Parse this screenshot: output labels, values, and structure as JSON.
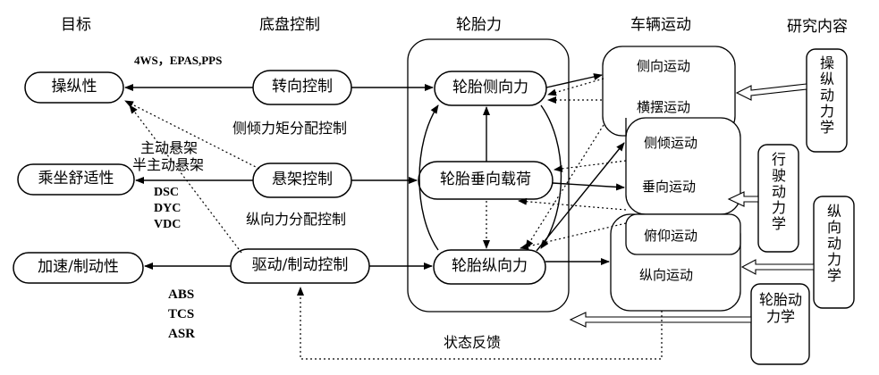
{
  "headers": {
    "goal": "目标",
    "chassis": "底盘控制",
    "tire_force": "轮胎力",
    "vehicle_motion": "车辆运动",
    "research": "研究内容"
  },
  "goals": [
    "操纵性",
    "乘坐舒适性",
    "加速/制动性"
  ],
  "controls": [
    "转向控制",
    "悬架控制",
    "驱动/制动控制"
  ],
  "tire_forces": [
    "轮胎侧向力",
    "轮胎垂向载荷",
    "轮胎纵向力"
  ],
  "motions": [
    "侧向运动",
    "横摆运动",
    "侧倾运动",
    "垂向运动",
    "俯仰运动",
    "纵向运动"
  ],
  "research": [
    "操纵动力学",
    "行驶动力学",
    "纵向动力学",
    "轮胎动力学"
  ],
  "annotations": {
    "steer_systems": "4WS，EPAS,PPS",
    "roll_moment": "侧倾力矩分配控制",
    "active_susp": "主动悬架",
    "semi_active_susp": "半主动悬架",
    "dsc": "DSC",
    "dyc": "DYC",
    "vdc": "VDC",
    "long_force": "纵向力分配控制",
    "abs": "ABS",
    "tcs": "TCS",
    "asr": "ASR",
    "state_feedback": "状态反馈"
  }
}
